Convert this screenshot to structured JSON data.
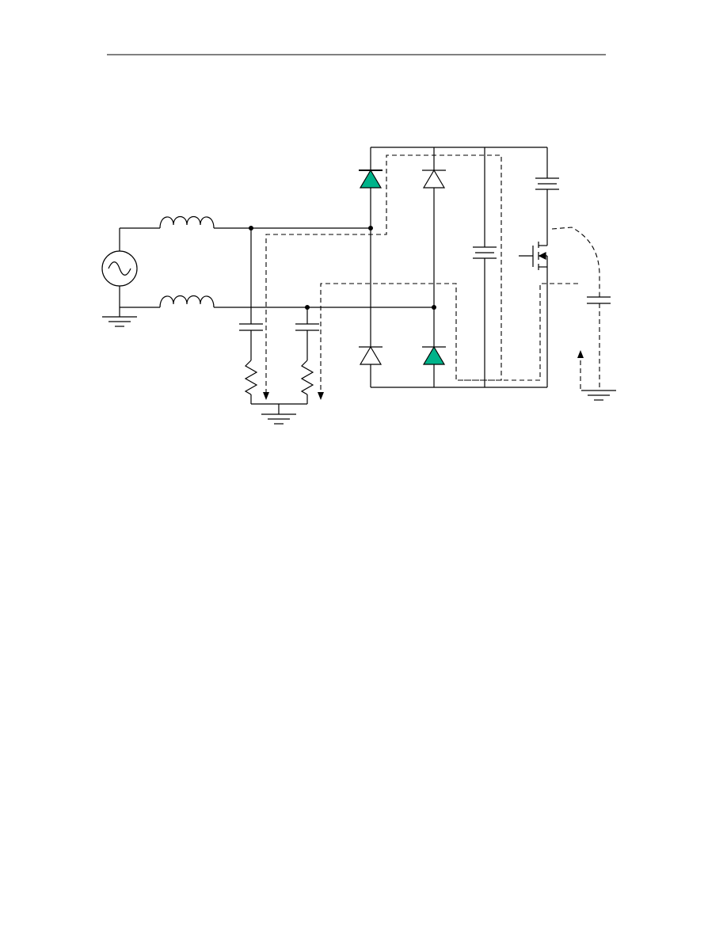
{
  "page": {
    "has_header_rule": true
  },
  "diagram": {
    "type": "circuit-schematic",
    "description_visible_text": "",
    "colors": {
      "wire": "#000000",
      "conducting_diode_fill": "#00b38a",
      "idle_diode_fill": "#ffffff",
      "background": "#ffffff"
    },
    "components": [
      {
        "name": "ac-source",
        "kind": "ac-voltage-source"
      },
      {
        "name": "inductor-top",
        "kind": "inductor"
      },
      {
        "name": "inductor-bottom",
        "kind": "inductor"
      },
      {
        "name": "ground-source",
        "kind": "ground"
      },
      {
        "name": "capacitor-filter-1",
        "kind": "capacitor"
      },
      {
        "name": "capacitor-filter-2",
        "kind": "capacitor"
      },
      {
        "name": "resistor-filter-1",
        "kind": "resistor"
      },
      {
        "name": "resistor-filter-2",
        "kind": "resistor"
      },
      {
        "name": "ground-filter",
        "kind": "ground"
      },
      {
        "name": "diode-d1",
        "kind": "diode",
        "conducting": true
      },
      {
        "name": "diode-d2",
        "kind": "diode",
        "conducting": false
      },
      {
        "name": "diode-d3",
        "kind": "diode",
        "conducting": false
      },
      {
        "name": "diode-d4",
        "kind": "diode",
        "conducting": true
      },
      {
        "name": "capacitor-bulk",
        "kind": "capacitor"
      },
      {
        "name": "capacitor-top-right",
        "kind": "capacitor"
      },
      {
        "name": "mosfet",
        "kind": "mosfet"
      },
      {
        "name": "capacitor-parasitic",
        "kind": "capacitor"
      },
      {
        "name": "ground-parasitic",
        "kind": "ground"
      }
    ],
    "current_paths": [
      {
        "name": "differential-path",
        "style": "dashed"
      },
      {
        "name": "common-mode-path",
        "style": "dashed"
      },
      {
        "name": "parasitic-path",
        "style": "dashed"
      }
    ]
  }
}
